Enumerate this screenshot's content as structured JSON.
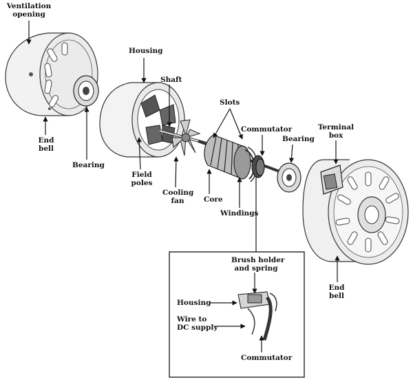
{
  "labels": {
    "ventilation_opening": [
      "Ventilation",
      "opening"
    ],
    "end_bell_left": [
      "End",
      "bell"
    ],
    "bearing_left": "Bearing",
    "housing": "Housing",
    "shaft": "Shaft",
    "field_poles": [
      "Field",
      "poles"
    ],
    "cooling_fan": [
      "Cooling",
      "fan"
    ],
    "slots": "Slots",
    "commutator": "Commutator",
    "core": "Core",
    "windings": "Windings",
    "bearing_right": "Bearing",
    "terminal_box": [
      "Terminal",
      "box"
    ],
    "end_bell_right": [
      "End",
      "bell"
    ]
  },
  "inset": {
    "brush_holder": [
      "Brush holder",
      "and spring"
    ],
    "housing": "Housing",
    "wire_to_supply": [
      "Wire to",
      "DC supply"
    ],
    "commutator": "Commutator"
  }
}
